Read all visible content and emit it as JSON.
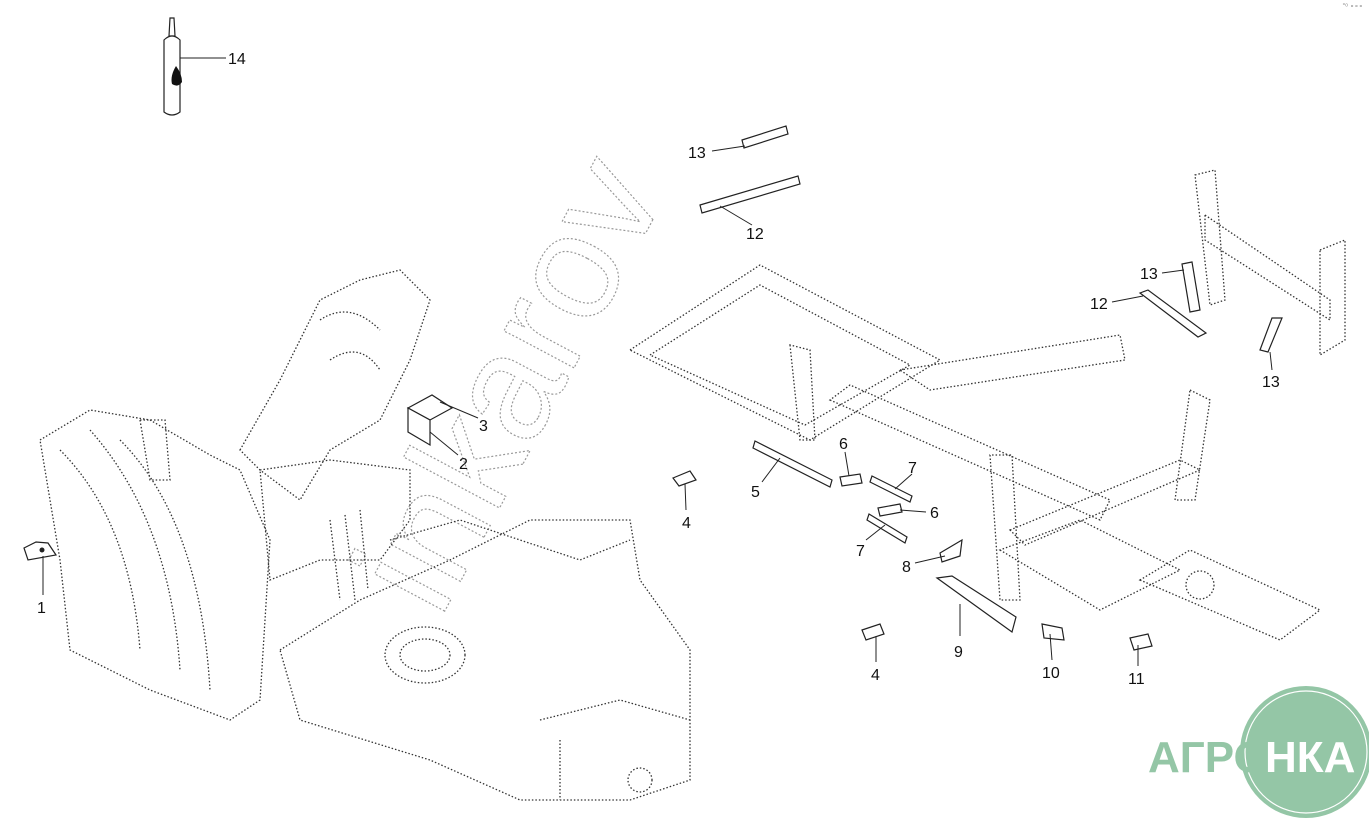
{
  "diagram": {
    "callouts": [
      {
        "id": "c14",
        "label": "14"
      },
      {
        "id": "c13a",
        "label": "13"
      },
      {
        "id": "c12a",
        "label": "12"
      },
      {
        "id": "c3",
        "label": "3"
      },
      {
        "id": "c2",
        "label": "2"
      },
      {
        "id": "c1",
        "label": "1"
      },
      {
        "id": "c4a",
        "label": "4"
      },
      {
        "id": "c5",
        "label": "5"
      },
      {
        "id": "c6a",
        "label": "6"
      },
      {
        "id": "c7a",
        "label": "7"
      },
      {
        "id": "c6b",
        "label": "6"
      },
      {
        "id": "c7b",
        "label": "7"
      },
      {
        "id": "c8",
        "label": "8"
      },
      {
        "id": "c9",
        "label": "9"
      },
      {
        "id": "c4b",
        "label": "4"
      },
      {
        "id": "c10",
        "label": "10"
      },
      {
        "id": "c11",
        "label": "11"
      },
      {
        "id": "c13b",
        "label": "13"
      },
      {
        "id": "c12b",
        "label": "12"
      },
      {
        "id": "c13c",
        "label": "13"
      }
    ],
    "watermark": "inkarov",
    "logo": {
      "text_left": "АГРО",
      "text_right": "НКА",
      "color": "#94c6a6"
    },
    "corner_mark": "°ᵒ ∘∘∘"
  }
}
